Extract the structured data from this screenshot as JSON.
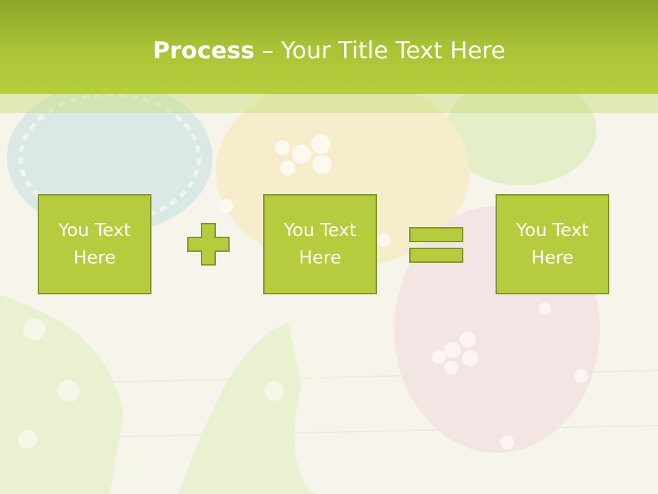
{
  "slide": {
    "title_bold": "Process",
    "title_rest": " – Your Title Text Here",
    "boxes": [
      {
        "text": "You Text\nHere"
      },
      {
        "text": "You Text\nHere"
      },
      {
        "text": "You Text\nHere"
      }
    ],
    "operators": [
      "plus-icon",
      "equals-icon"
    ],
    "colors": {
      "header": "#a9c336",
      "box_fill": "#b6cc3e",
      "box_border": "#7e9526"
    }
  }
}
